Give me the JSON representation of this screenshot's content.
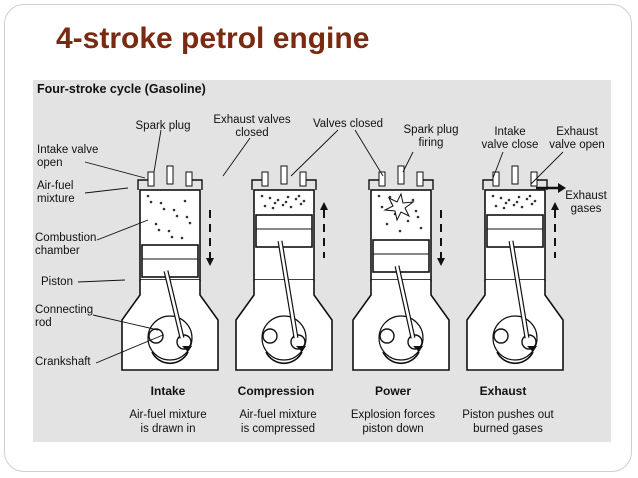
{
  "slide": {
    "title": "4-stroke petrol engine"
  },
  "diagram": {
    "title": "Four-stroke cycle (Gasoline)",
    "labels": {
      "spark_plug": "Spark plug",
      "exhaust_valves_closed": "Exhaust valves\nclosed",
      "valves_closed": "Valves closed",
      "spark_plug_firing": "Spark plug\nfiring",
      "intake_valve_close": "Intake\nvalve close",
      "exhaust_valve_open": "Exhaust\nvalve open",
      "intake_valve_open": "Intake valve\nopen",
      "air_fuel_mixture": "Air-fuel\nmixture",
      "combustion_chamber": "Combustion\nchamber",
      "piston": "Piston",
      "connecting_rod": "Connecting\nrod",
      "crankshaft": "Crankshaft",
      "exhaust_gases": "Exhaust\ngases"
    },
    "strokes": [
      {
        "name": "Intake",
        "description": "Air-fuel mixture\nis drawn in",
        "piston_direction": "down"
      },
      {
        "name": "Compression",
        "description": "Air-fuel mixture\nis compressed",
        "piston_direction": "up"
      },
      {
        "name": "Power",
        "description": "Explosion forces\npiston down",
        "piston_direction": "down"
      },
      {
        "name": "Exhaust",
        "description": "Piston pushes out\nburned gases",
        "piston_direction": "up"
      }
    ]
  }
}
